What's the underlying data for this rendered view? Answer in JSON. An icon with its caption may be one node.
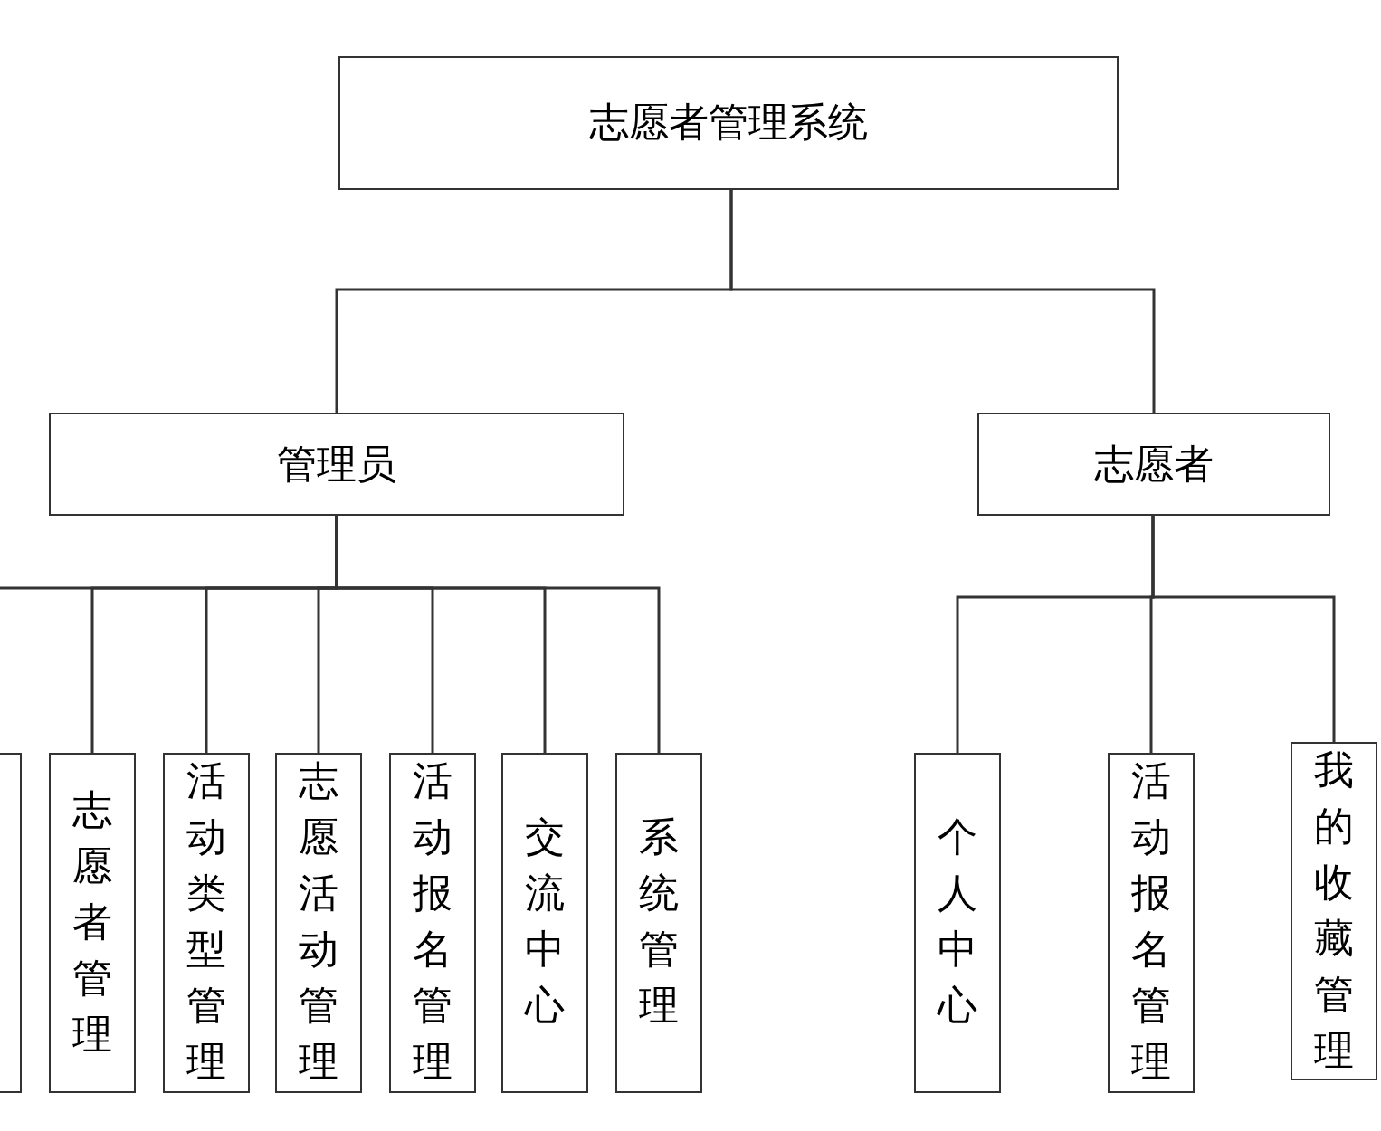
{
  "diagram": {
    "nodes": [
      {
        "text": [
          "志愿者管理系统"
        ]
      },
      {
        "text": [
          "管理员"
        ]
      },
      {
        "text": [
          "志愿者"
        ]
      },
      {
        "text": [],
        "shape": "box"
      },
      {
        "text": [
          "志愿者管理"
        ]
      },
      {
        "text": [
          "活动类型管理"
        ]
      },
      {
        "text": [
          "志愿活动管理"
        ]
      },
      {
        "text": [
          "活动报名管理"
        ]
      },
      {
        "text": [
          "交流中心"
        ]
      },
      {
        "text": [
          "系统管理"
        ]
      },
      {
        "text": [
          "个人中心"
        ]
      },
      {
        "text": [
          "活动报名管理"
        ]
      },
      {
        "text": [
          "我的收藏管理"
        ]
      }
    ],
    "edges": [
      {
        "from": 0,
        "to": 1,
        "arrow": "none"
      },
      {
        "from": 0,
        "to": 2,
        "arrow": "none"
      },
      {
        "from": 1,
        "to": 3,
        "arrow": "none"
      },
      {
        "from": 1,
        "to": 4,
        "arrow": "none"
      },
      {
        "from": 1,
        "to": 5,
        "arrow": "none"
      },
      {
        "from": 1,
        "to": 6,
        "arrow": "none"
      },
      {
        "from": 1,
        "to": 7,
        "arrow": "none"
      },
      {
        "from": 1,
        "to": 8,
        "arrow": "none"
      },
      {
        "from": 1,
        "to": 9,
        "arrow": "none"
      },
      {
        "from": 2,
        "to": 10,
        "arrow": "none"
      },
      {
        "from": 2,
        "to": 11,
        "arrow": "none"
      },
      {
        "from": 2,
        "to": 12,
        "arrow": "none"
      }
    ]
  }
}
